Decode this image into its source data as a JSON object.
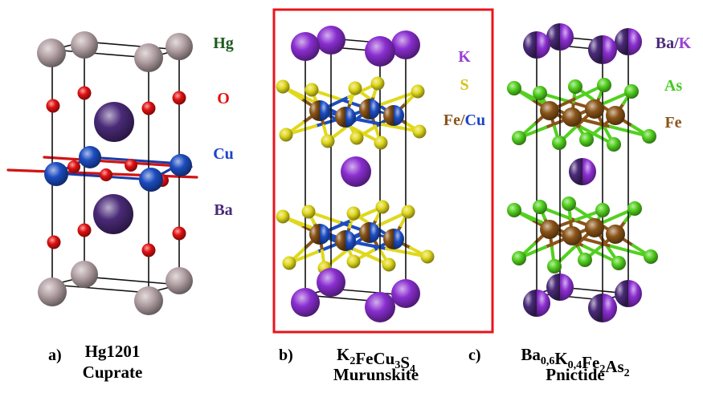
{
  "panels": [
    {
      "tag": "a)",
      "title_lines": [
        [
          {
            "t": "Hg1201"
          }
        ],
        [
          {
            "t": "Cuprate"
          }
        ]
      ],
      "legend": [
        {
          "parts": [
            {
              "t": "Hg",
              "color": "#1e5a1e"
            }
          ]
        },
        {
          "parts": [
            {
              "t": "O",
              "color": "#e81010"
            }
          ]
        },
        {
          "parts": [
            {
              "t": "Cu",
              "color": "#1c44c8"
            }
          ]
        },
        {
          "parts": [
            {
              "t": "Ba",
              "color": "#4a2a78"
            }
          ]
        }
      ]
    },
    {
      "tag": "b)",
      "title_lines": [
        [
          {
            "t": "K"
          },
          {
            "t": "2",
            "sub": true
          },
          {
            "t": "FeCu"
          },
          {
            "t": "3",
            "sub": true
          },
          {
            "t": "S"
          },
          {
            "t": "4",
            "sub": true
          }
        ],
        [
          {
            "t": "Murunskite"
          }
        ]
      ],
      "legend": [
        {
          "parts": [
            {
              "t": "K",
              "color": "#9b3fd6"
            }
          ]
        },
        {
          "parts": [
            {
              "t": "S",
              "color": "#d6c21a"
            }
          ]
        },
        {
          "parts": [
            {
              "t": "Fe",
              "color": "#8a5418"
            },
            {
              "t": "/",
              "color": "#8a5418"
            },
            {
              "t": "Cu",
              "color": "#1c44c8"
            }
          ]
        }
      ]
    },
    {
      "tag": "c)",
      "title_lines": [
        [
          {
            "t": "Ba"
          },
          {
            "t": "0,6",
            "sub": true
          },
          {
            "t": "K"
          },
          {
            "t": "0,4",
            "sub": true
          },
          {
            "t": "Fe"
          },
          {
            "t": "2",
            "sub": true
          },
          {
            "t": "As"
          },
          {
            "t": "2",
            "sub": true
          }
        ],
        [
          {
            "t": "Pnictide"
          }
        ]
      ],
      "legend": [
        {
          "parts": [
            {
              "t": "Ba",
              "color": "#4a2a78"
            },
            {
              "t": "/",
              "color": "#4a2a78"
            },
            {
              "t": "K",
              "color": "#9b3fd6"
            }
          ]
        },
        {
          "parts": [
            {
              "t": "As",
              "color": "#44c81e"
            }
          ]
        },
        {
          "parts": [
            {
              "t": "Fe",
              "color": "#8a5418"
            }
          ]
        }
      ]
    }
  ],
  "colors": {
    "hg": "#b4a2a6",
    "oxygen": "#e01010",
    "cu": "#1c4cc0",
    "ba": "#4a2a78",
    "k": "#8a2ed0",
    "s": "#e0d81c",
    "fe": "#8a5418",
    "as": "#52d01e",
    "highlight_frame": "#e8141c",
    "cell_edge": "#111111"
  }
}
